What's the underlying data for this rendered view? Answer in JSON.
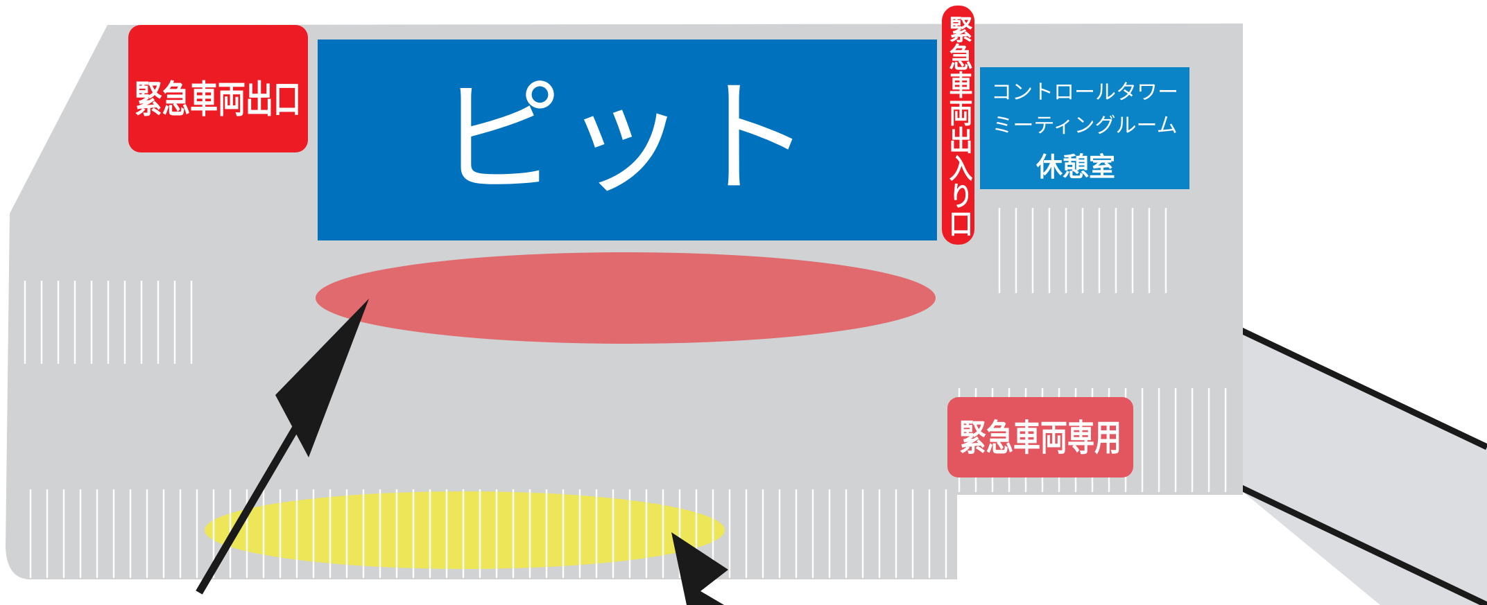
{
  "labels": {
    "pit": "ピット",
    "emergency_exit": "緊急車両出口",
    "emergency_entrance": "緊急車両出入り口",
    "control_tower": "コントロールタワー",
    "meeting_room": "ミーティングルーム",
    "rest_room": "休憩室",
    "emergency_only": "緊急車両専用"
  },
  "colors": {
    "lot": "#d1d2d4",
    "road": "#dcdde0",
    "pit": "#0071bc",
    "control": "#0a84c6",
    "emergency": "#ed1c24",
    "emergency_soft": "#e3565f",
    "zone_red": "#e06a6e",
    "zone_yellow": "#f0e84a",
    "arrow": "#1a1a1a",
    "stripe": "#ffffff"
  },
  "icons": [
    "arrow-up-right-icon",
    "arrow-up-left-icon"
  ]
}
